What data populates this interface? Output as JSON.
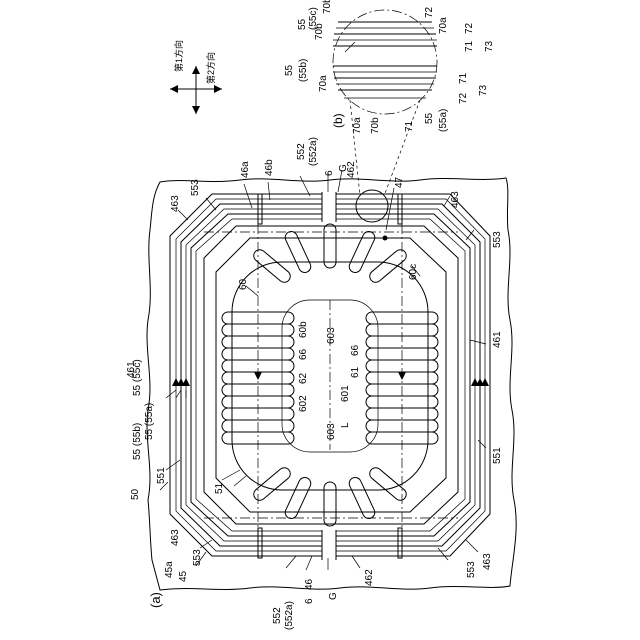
{
  "figure": {
    "panel_a": "(a)",
    "panel_b": "(b)",
    "dir1": "第1方向",
    "dir2": "第2方向"
  },
  "labels_a": {
    "l55c": "55 (55c)",
    "l55b": "55 (55b)",
    "l55a": "55 (55a)",
    "l461_left": "461",
    "l551_left": "551",
    "l50": "50",
    "l51": "51",
    "l45a": "45a",
    "l45": "45",
    "l463_bl": "463",
    "l553_bl": "553",
    "l552_b": "552",
    "l552a_b": "(552a)",
    "l46_b": "46",
    "l6_b": "6",
    "lG_b": "G",
    "l462_b": "462",
    "l553_br": "553",
    "l463_br": "463",
    "l551_right": "551",
    "l461_right": "461",
    "l553_tr": "553",
    "l463_tr": "463",
    "l47": "47",
    "l463_tl": "463",
    "l553_tl": "553",
    "l46a": "46a",
    "l46b": "46b",
    "l552_t": "552",
    "l552a_t": "(552a)",
    "l6_t": "6",
    "lG_t": "G",
    "l462_t": "462",
    "l60": "60",
    "l60b": "60b",
    "l60c": "60c",
    "l603_a": "603",
    "l603_b": "603",
    "l66_a": "66",
    "l66_b": "66",
    "l62": "62",
    "l61": "61",
    "l601": "601",
    "l602": "602",
    "lL": "L"
  },
  "labels_b": {
    "l55c": "55",
    "l55c2": "(55c)",
    "l70b_1": "70b",
    "l70b_2": "70b",
    "l72_1": "72",
    "l70a_1": "70a",
    "l72_2": "72",
    "l71_1": "71",
    "l73_1": "73",
    "l55b": "55",
    "l55b2": "(55b)",
    "l70a_2": "70a",
    "l72_3": "72",
    "l71_2": "71",
    "l73_2": "73",
    "l70a_3": "70a",
    "l70b_3": "70b",
    "l71_3": "71",
    "l55a": "55",
    "l55a2": "(55a)"
  }
}
